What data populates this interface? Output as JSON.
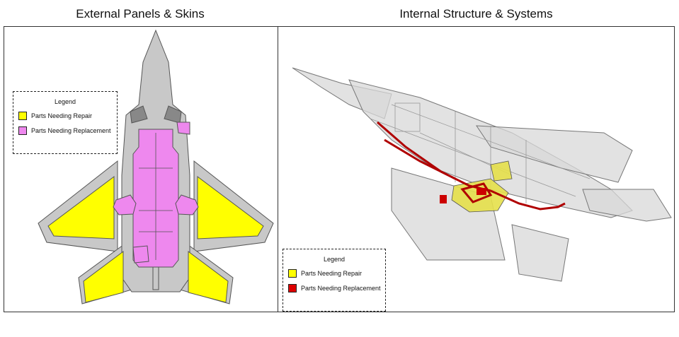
{
  "panels": {
    "left": {
      "title": "External Panels & Skins"
    },
    "right": {
      "title": "Internal Structure & Systems"
    }
  },
  "legends": {
    "left": {
      "title": "Legend",
      "items": [
        {
          "label": "Parts Needing Repair",
          "color": "#ffff00"
        },
        {
          "label": "Parts Needing Replacement",
          "color": "#ee88ee"
        }
      ]
    },
    "right": {
      "title": "Legend",
      "items": [
        {
          "label": "Parts Needing Repair",
          "color": "#ffff00"
        },
        {
          "label": "Parts Needing Replacement",
          "color": "#dd0000"
        }
      ]
    }
  },
  "colors": {
    "airframe": "#c8c8c8",
    "outline": "#555555",
    "repair": "#ffff00",
    "replace_external": "#ee88ee",
    "replace_internal": "#cc0000"
  }
}
